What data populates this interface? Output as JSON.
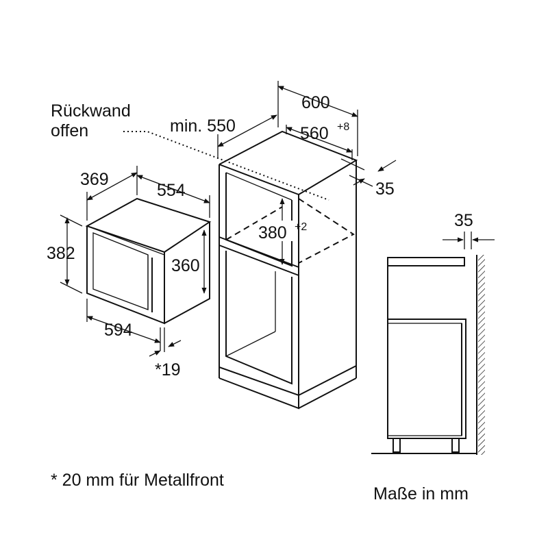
{
  "labels": {
    "rueckwand_line1": "Rückwand",
    "rueckwand_line2": "offen",
    "dim_600": "600",
    "dim_min550": "min. 550",
    "dim_560": "560",
    "dim_560_tol": "+8",
    "dim_35_cabinet": "35",
    "dim_369": "369",
    "dim_554": "554",
    "dim_382": "382",
    "dim_360": "360",
    "dim_380": "380",
    "dim_380_tol": "+2",
    "dim_594": "594",
    "dim_19": "*19",
    "dim_35_side": "35"
  },
  "footnote": "* 20 mm für Metallfront",
  "units_note": "Maße in mm"
}
